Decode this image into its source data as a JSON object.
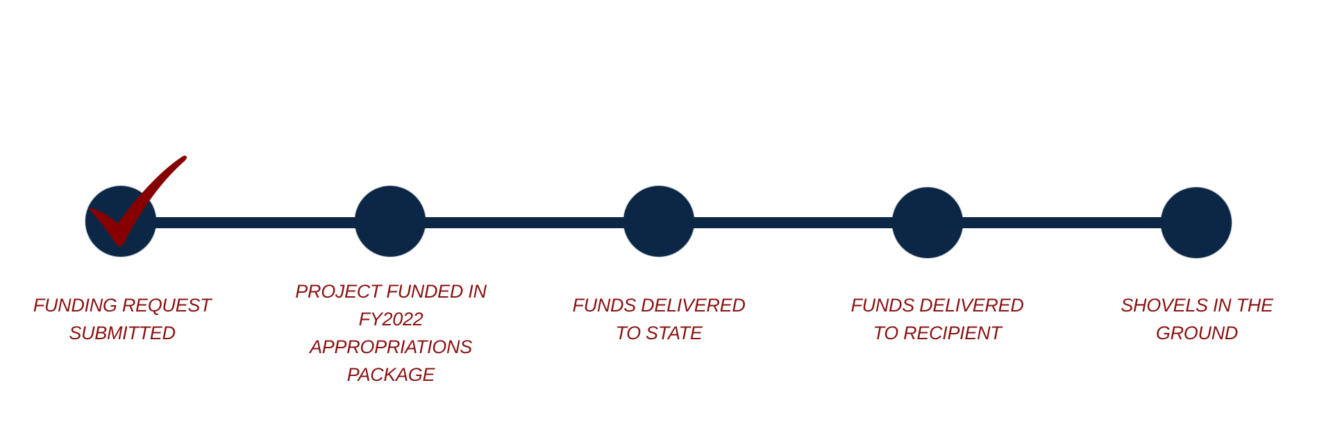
{
  "timeline": {
    "colors": {
      "node": "#0c2746",
      "connector": "#0c2746",
      "label": "#8a1212",
      "check": "#860000"
    },
    "steps": [
      {
        "id": "funding-request-submitted",
        "lines": [
          "FUNDING REQUEST",
          "SUBMITTED"
        ],
        "completed": true,
        "icon": "checkmark-icon"
      },
      {
        "id": "project-funded",
        "lines": [
          "PROJECT FUNDED IN",
          "FY2022",
          "APPROPRIATIONS",
          "PACKAGE"
        ],
        "completed": false
      },
      {
        "id": "funds-delivered-to-state",
        "lines": [
          "FUNDS DELIVERED",
          "TO STATE"
        ],
        "completed": false
      },
      {
        "id": "funds-delivered-to-recipient",
        "lines": [
          "FUNDS DELIVERED",
          "TO RECIPIENT"
        ],
        "completed": false
      },
      {
        "id": "shovels-in-the-ground",
        "lines": [
          "SHOVELS IN THE",
          "GROUND"
        ],
        "completed": false
      }
    ]
  }
}
